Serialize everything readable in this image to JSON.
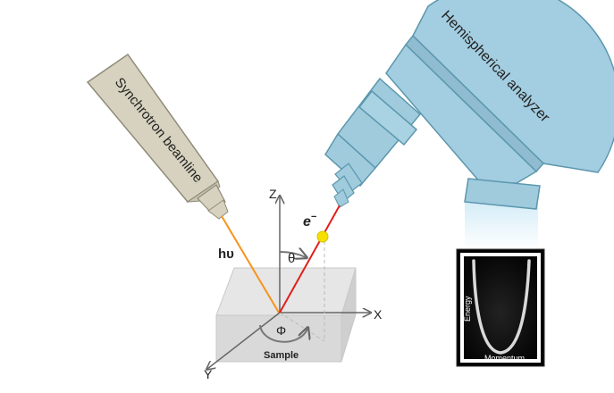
{
  "labels": {
    "beamline": "Synchrotron beamline",
    "analyzer": "Hemispherical analyzer",
    "photon": "hυ",
    "electron": "e",
    "electron_sup": "−",
    "axis_z": "Z",
    "axis_x": "X",
    "axis_y": "Y",
    "theta": "θ",
    "phi": "Φ",
    "sample": "Sample",
    "energy": "Energy",
    "momentum": "Momentum"
  },
  "colors": {
    "beamline_body": "#d6d2bf",
    "analyzer_body": "#9fcbdd",
    "photon_beam": "#f7931e",
    "electron_beam": "#e0201b",
    "electron": "#f5e000",
    "sample": "#dcdcdc"
  }
}
